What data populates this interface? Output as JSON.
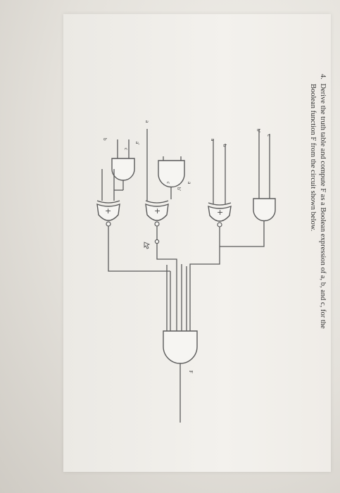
{
  "question": {
    "number": "4.",
    "line1": "Derive the truth table and compute F as a Boolean expression of a, b, and c, for the",
    "line2": "Boolean function F from the circuit shown below."
  },
  "circuit": {
    "gate1_inputs": [
      "b'",
      "c"
    ],
    "gate2_inputs": [
      "a",
      "b"
    ],
    "gate3_inputs": [
      "a",
      "b'",
      "c"
    ],
    "gate4_inputs": [
      "a"
    ],
    "gate5_inputs": [
      "a'",
      "c"
    ],
    "gate6_inputs": [
      "b"
    ],
    "xor_symbol": "+",
    "output_label": "F"
  }
}
